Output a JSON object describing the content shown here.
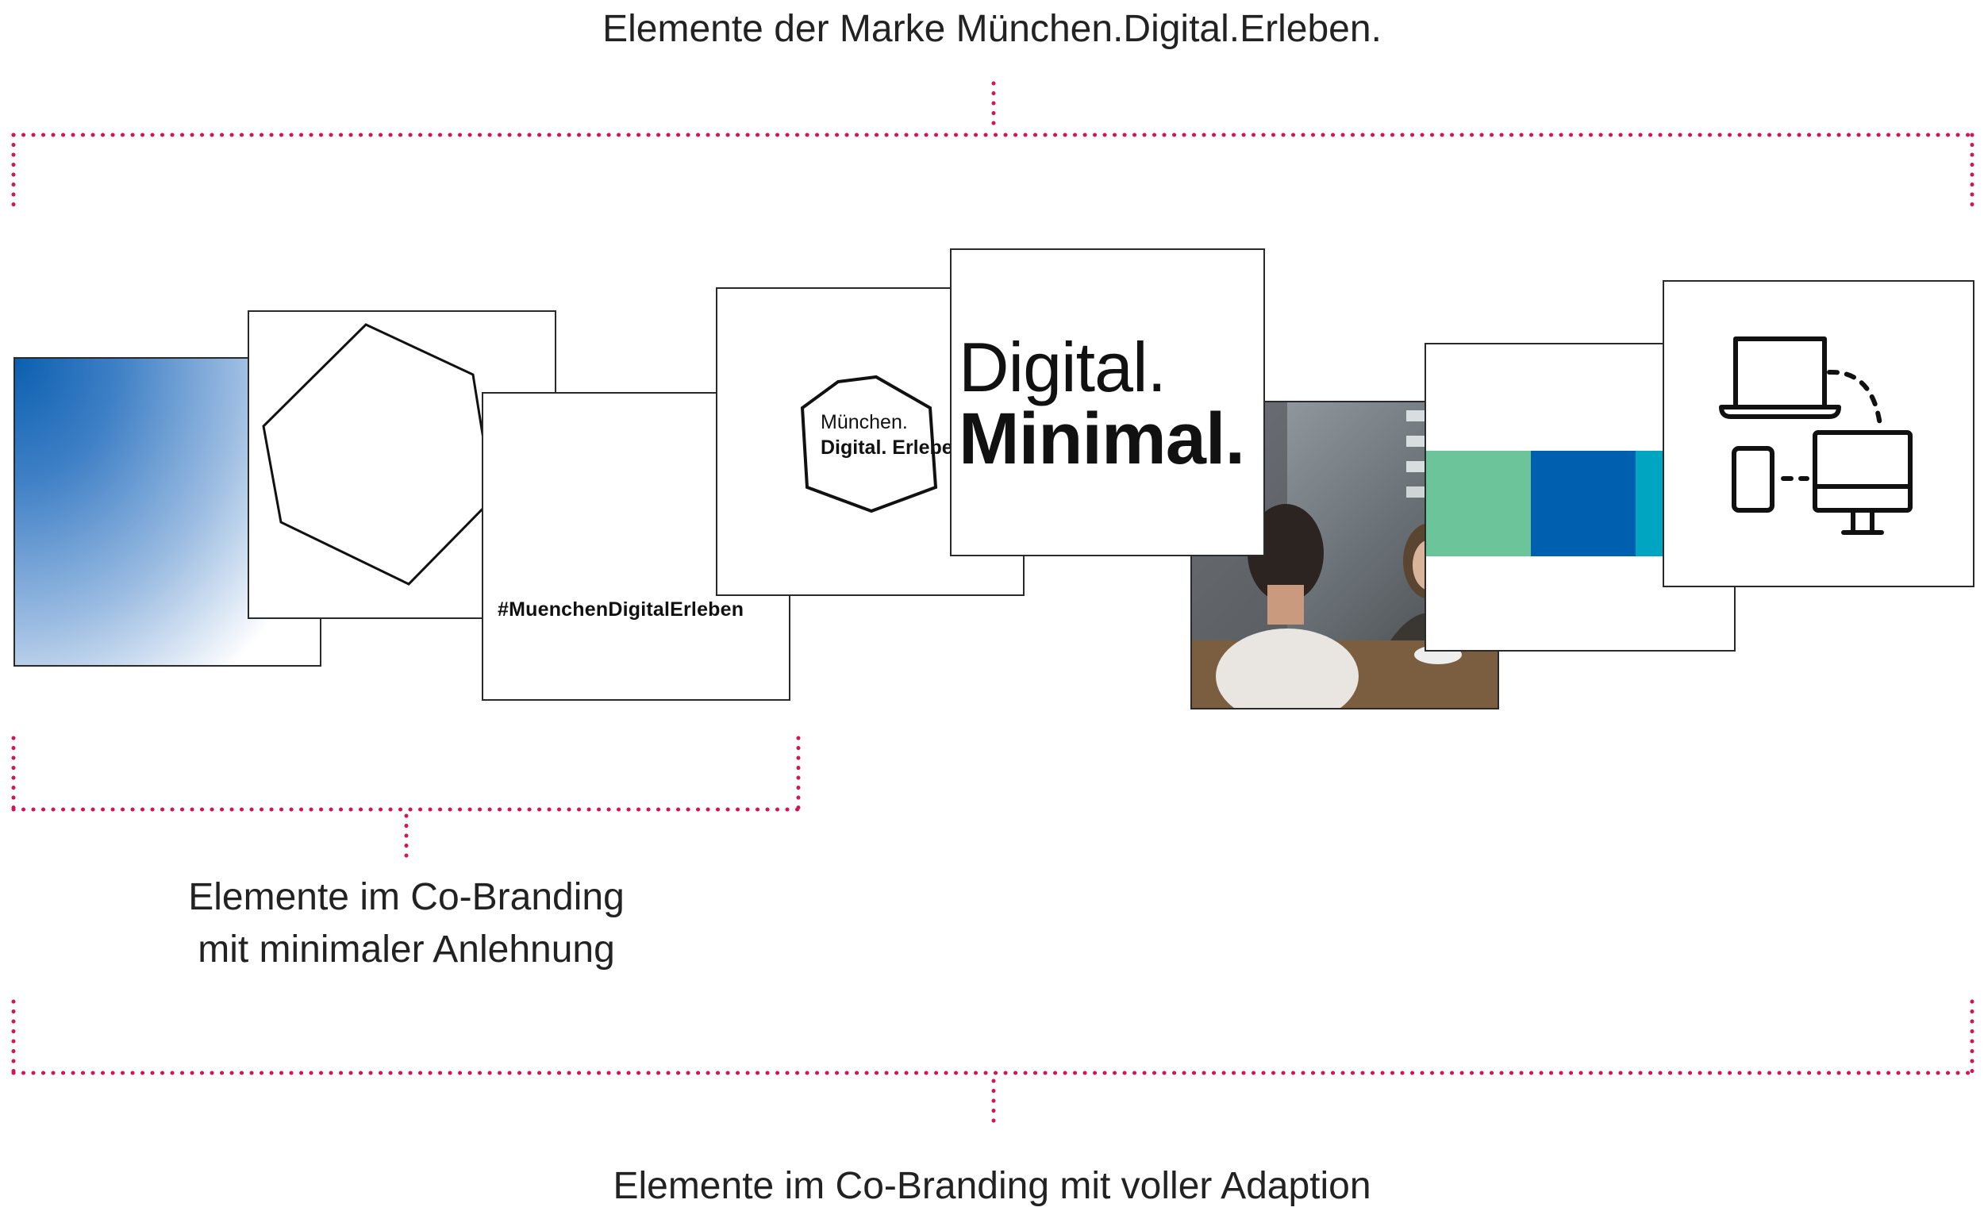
{
  "captions": {
    "top": "Elemente der Marke München.Digital.Erleben.",
    "left_line1": "Elemente im Co-Branding",
    "left_line2": "mit minimaler Anlehnung",
    "bottom": "Elemente im Co-Branding mit voller Adaption"
  },
  "tiles": {
    "hashtag": "#MuenchenDigitalErleben",
    "logo_line1": "München.",
    "logo_line2": "Digital. Erleben.",
    "wordmark_line1": "Digital.",
    "wordmark_line2": "Minimal."
  },
  "colors": {
    "bracket": "#d4145a",
    "gradient_blue": "#0b5fb0",
    "swatch_green": "#6cc49a",
    "swatch_blue": "#005faf",
    "swatch_cyan": "#00a5c2"
  },
  "icons": [
    "laptop-icon",
    "smartphone-icon",
    "monitor-icon",
    "hexagon-outline-icon",
    "photo-people-icon"
  ]
}
